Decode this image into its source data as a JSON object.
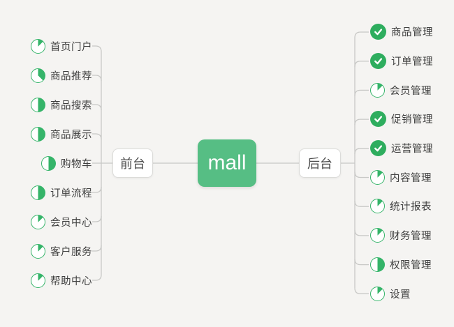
{
  "root": {
    "label": "mall"
  },
  "branches": [
    {
      "label": "前台",
      "side": "left",
      "items": [
        {
          "label": "首页门户",
          "icon": "12.5"
        },
        {
          "label": "商品推荐",
          "icon": "37.5"
        },
        {
          "label": "商品搜索",
          "icon": "50"
        },
        {
          "label": "商品展示",
          "icon": "50"
        },
        {
          "label": "购物车",
          "icon": "50"
        },
        {
          "label": "订单流程",
          "icon": "50"
        },
        {
          "label": "会员中心",
          "icon": "12.5"
        },
        {
          "label": "客户服务",
          "icon": "12.5"
        },
        {
          "label": "帮助中心",
          "icon": "12.5"
        }
      ]
    },
    {
      "label": "后台",
      "side": "right",
      "items": [
        {
          "label": "商品管理",
          "icon": "check"
        },
        {
          "label": "订单管理",
          "icon": "check"
        },
        {
          "label": "会员管理",
          "icon": "12.5"
        },
        {
          "label": "促销管理",
          "icon": "check"
        },
        {
          "label": "运营管理",
          "icon": "check"
        },
        {
          "label": "内容管理",
          "icon": "12.5"
        },
        {
          "label": "统计报表",
          "icon": "12.5"
        },
        {
          "label": "财务管理",
          "icon": "12.5"
        },
        {
          "label": "权限管理",
          "icon": "50"
        },
        {
          "label": "设置",
          "icon": "12.5"
        }
      ]
    }
  ],
  "colors": {
    "background": "#f5f4f2",
    "line": "#c8c8c6",
    "node_border": "#dbdbd9",
    "node_green": "#56be84",
    "pie_green": "#35b469",
    "check_green": "#2ead5e",
    "text_dark": "#3f3f3f",
    "node_text": "#4a4a4a",
    "root_text": "#ffffff"
  }
}
